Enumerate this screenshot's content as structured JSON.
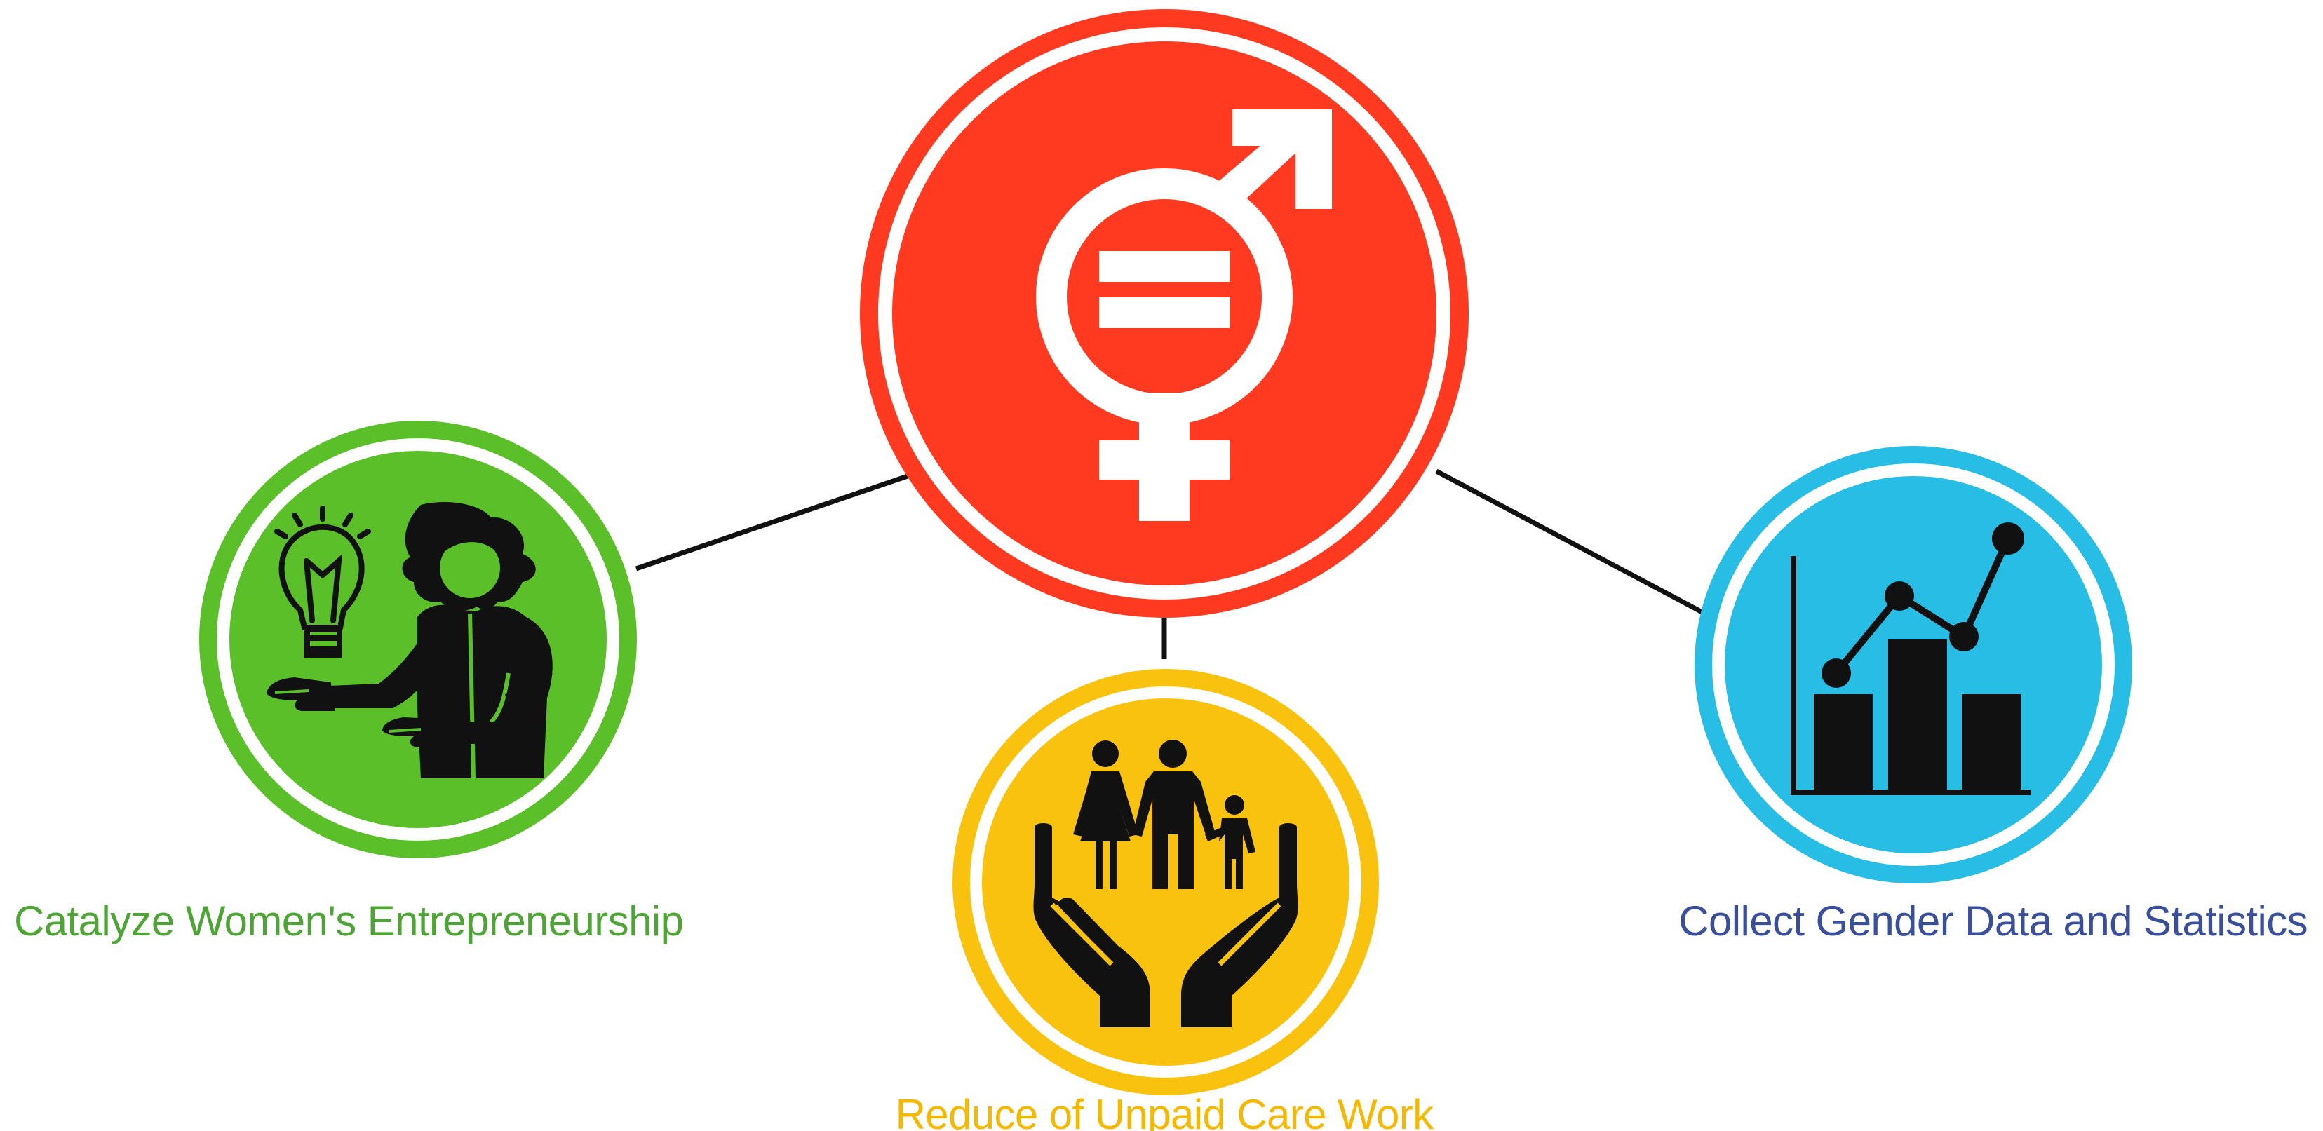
{
  "diagram": {
    "center": {
      "name": "Gender equality symbol",
      "icon": "gender-equality-icon",
      "color": "#FF3A21"
    },
    "nodes": [
      {
        "key": "entrepreneurship",
        "label": "Catalyze Women's Entrepreneurship",
        "icon": "woman-presenting-idea-icon",
        "color": "#5BBF2A",
        "text_color": "#4EA536"
      },
      {
        "key": "care_work",
        "label": "Reduce of Unpaid Care Work",
        "icon": "family-in-hands-icon",
        "color": "#F9C20F",
        "text_color": "#F5B800"
      },
      {
        "key": "data",
        "label": "Collect Gender Data and Statistics",
        "icon": "bar-line-chart-icon",
        "color": "#27BDE4",
        "text_color": "#3A4F9C"
      }
    ]
  }
}
